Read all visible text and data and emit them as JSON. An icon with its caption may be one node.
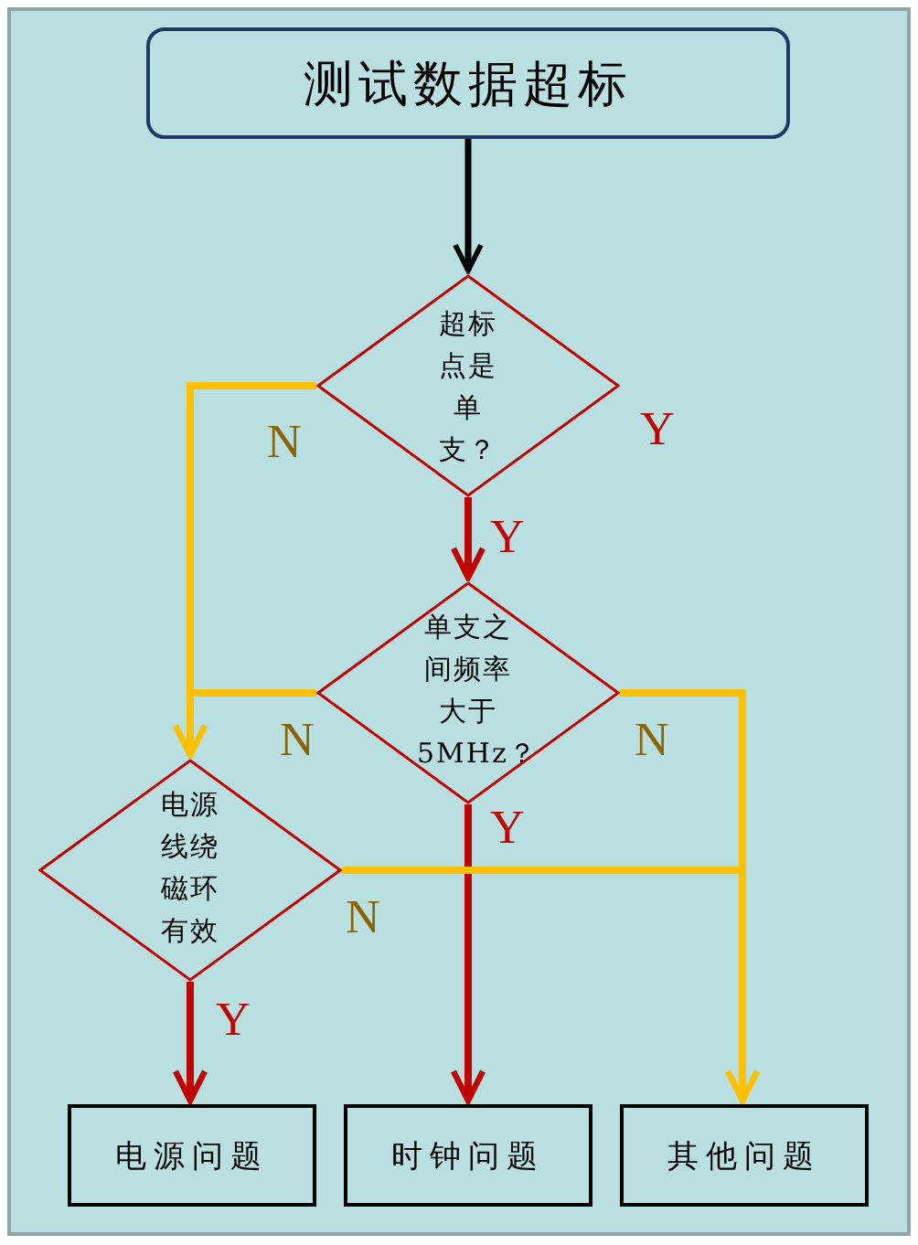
{
  "diagram": {
    "nodes": [
      {
        "text": [
          "测试数据超标"
        ]
      },
      {
        "text": [
          "超标点是单支？"
        ]
      },
      {
        "text": [
          "单支之间频率大于5MHz？"
        ]
      },
      {
        "text": [
          "电源线绕磁环有效"
        ]
      },
      {
        "text": [
          "电源问题"
        ]
      },
      {
        "text": [
          "时钟问题"
        ]
      },
      {
        "text": [
          "其他问题"
        ]
      }
    ],
    "edges": [
      {
        "from": 0,
        "to": 1,
        "arrow": "to",
        "color": "#000000"
      },
      {
        "from": 1,
        "to": 2,
        "arrow": "to",
        "label": "Y",
        "color": "#c00000"
      },
      {
        "from": 1,
        "to": 3,
        "arrow": "to",
        "label": "N"
      },
      {
        "from": 2,
        "to": 3,
        "arrow": "to",
        "label": "N"
      },
      {
        "from": 2,
        "to": 5,
        "arrow": "to",
        "label": "Y",
        "color": "#c00000"
      },
      {
        "from": 2,
        "to": 6,
        "arrow": "to",
        "label": "N"
      },
      {
        "from": 3,
        "to": 4,
        "arrow": "to",
        "label": "Y",
        "color": "#c00000"
      },
      {
        "from": 3,
        "to": 6,
        "arrow": "to",
        "label": "N"
      }
    ],
    "labels": [
      "Y"
    ]
  }
}
